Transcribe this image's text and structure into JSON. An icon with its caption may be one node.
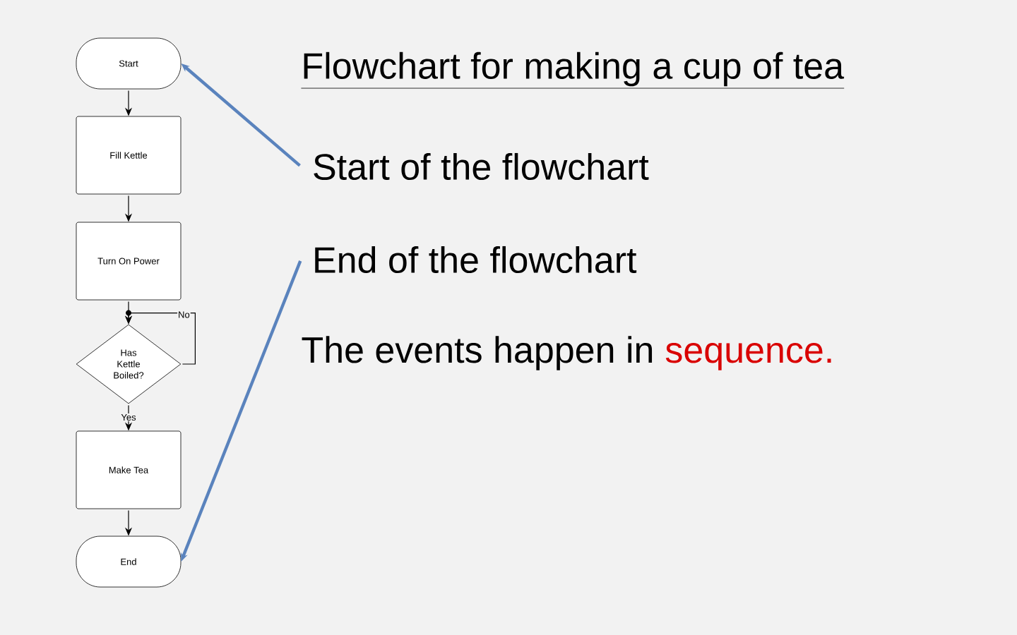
{
  "diagram": {
    "title": "Flowchart for making a cup of tea",
    "nodes": [
      {
        "text": [
          "Start"
        ]
      },
      {
        "text": [
          "Fill Kettle"
        ]
      },
      {
        "text": [
          "Turn On Power"
        ]
      },
      {
        "text": [
          "Has Kettle Boiled?"
        ]
      },
      {
        "text": [
          "Make Tea"
        ]
      },
      {
        "text": [
          "End"
        ]
      },
      {
        "text": [
          "Start of the flowchart"
        ]
      },
      {
        "text": [
          "End of the flowchart"
        ]
      }
    ],
    "edges": [
      {
        "from": 0,
        "to": 1,
        "arrow": "to"
      },
      {
        "from": 1,
        "to": 2,
        "arrow": "to"
      },
      {
        "from": 2,
        "to": 3,
        "arrow": "to"
      },
      {
        "from": 3,
        "to": 3,
        "arrow": "to",
        "label": "No"
      },
      {
        "from": 3,
        "to": 4,
        "arrow": "to",
        "label": "Yes"
      },
      {
        "from": 4,
        "to": 5,
        "arrow": "to"
      },
      {
        "from": 6,
        "to": 0,
        "arrow": "to",
        "style": "thick",
        "color": "#5a83bd"
      },
      {
        "from": 7,
        "to": 5,
        "arrow": "to",
        "style": "thick",
        "color": "#5a83bd"
      }
    ],
    "labels": [
      "The events happen in",
      "sequence."
    ]
  }
}
